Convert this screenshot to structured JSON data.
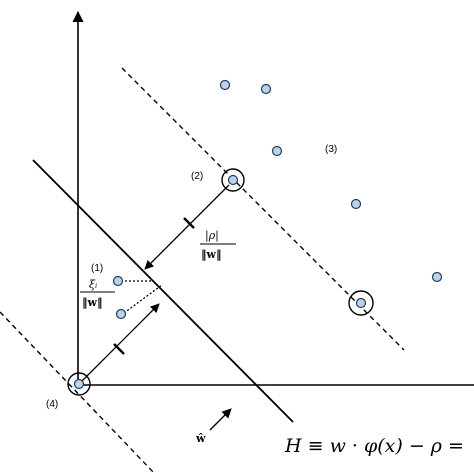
{
  "labels": {
    "l1": "(1)",
    "l2": "(2)",
    "l3": "(3)",
    "l4": "(4)"
  },
  "equation": {
    "text": "H ≡ w · φ(x) − ρ ="
  },
  "fraction_rho": {
    "numerator": "|ρ|",
    "denominator": "‖w‖"
  },
  "fraction_xi": {
    "numerator": "ξᵢ",
    "denominator": "‖w‖"
  },
  "normal_vector_label": "ŵ",
  "colors": {
    "point_fill": "#b9d3ec",
    "point_stroke": "#2a3a55",
    "line": "#000000"
  }
}
